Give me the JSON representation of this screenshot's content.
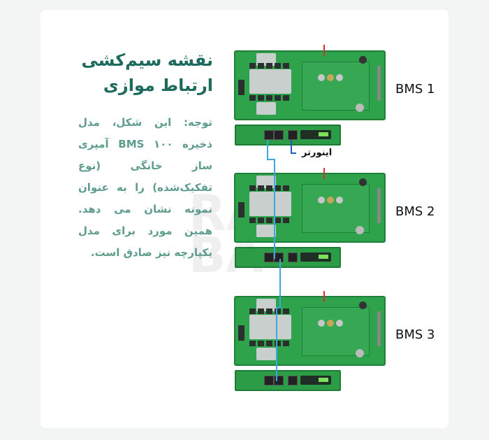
{
  "title": {
    "line1": "نقشه سیم‌کشی",
    "line2": "ارتباط موازی"
  },
  "body": "توجه: این شکل، مدل ذخیره BMS ۱۰۰ آمپری ساز خانگی (نوع تفکیک‌شده) را به عنوان نمونه نشان می دهد. همین مورد برای مدل یکپارچه نیز صادق است.",
  "watermark": "RAY BATTERY",
  "modules": [
    {
      "label": "BMS 1"
    },
    {
      "label": "BMS 2"
    },
    {
      "label": "BMS 3"
    }
  ],
  "inverter_label": "اینورتر",
  "colors": {
    "title": "#1d6b5c",
    "text": "#5e9c8d",
    "pcb": "#2fa24c",
    "cable": "#3aa7e0",
    "power_wire": "#d0312d"
  }
}
